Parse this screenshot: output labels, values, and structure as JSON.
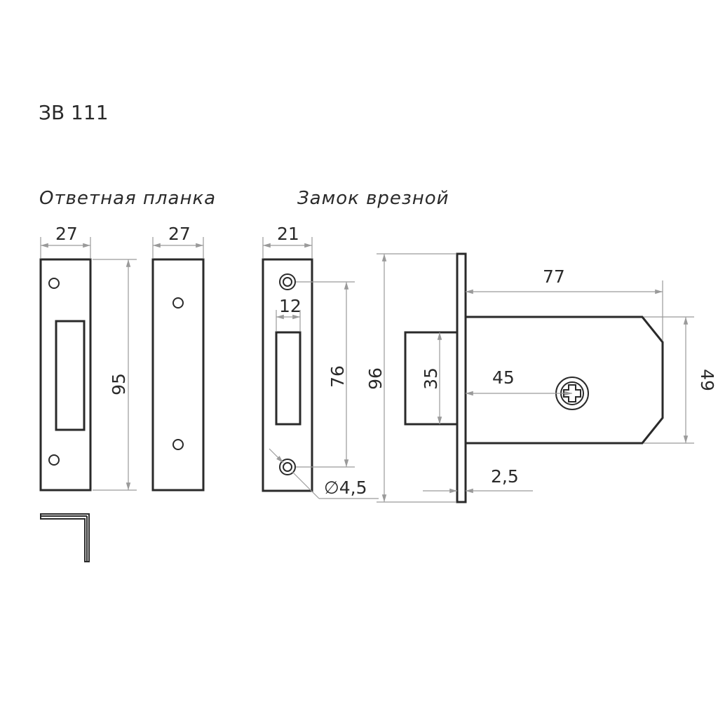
{
  "title": "ЗВ 111",
  "headings": {
    "strike_plate": "Ответная планка",
    "mortise_lock": "Замок врезной"
  },
  "dimensions": {
    "strike_width_left": "27",
    "strike_width_right": "27",
    "strike_height": "95",
    "lock_face_width": "21",
    "lock_bolt_width": "12",
    "lock_hole_spacing": "76",
    "lock_height": "96",
    "lock_body_length": "77",
    "lock_bolt_height": "35",
    "lock_backset": "45",
    "lock_body_height": "49",
    "lock_face_thickness": "2,5",
    "screw_hole_diameter": "∅4,5"
  },
  "colors": {
    "outline": "#2a2a2a",
    "dimension_line": "#9a9a9a"
  }
}
